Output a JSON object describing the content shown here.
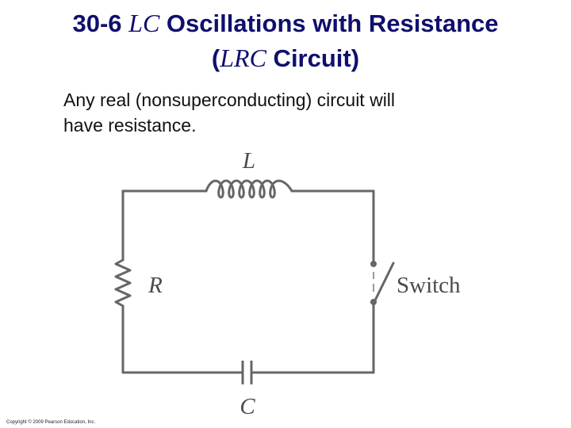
{
  "title": {
    "line1_prefix": "30-6 ",
    "line1_italic": "LC",
    "line1_suffix": " Oscillations with Resistance",
    "line2_open": "(",
    "line2_italic": "LRC",
    "line2_suffix": " Circuit)"
  },
  "body": {
    "line1": "Any real (nonsuperconducting) circuit will",
    "line2": "have resistance."
  },
  "diagram": {
    "inductor_label": "L",
    "resistor_label": "R",
    "switch_label": "Switch",
    "capacitor_label": "C"
  },
  "footer": {
    "copyright": "Copyright © 2009 Pearson Education, Inc."
  },
  "colors": {
    "title": "#0f0f6e",
    "wire": "#666666"
  }
}
